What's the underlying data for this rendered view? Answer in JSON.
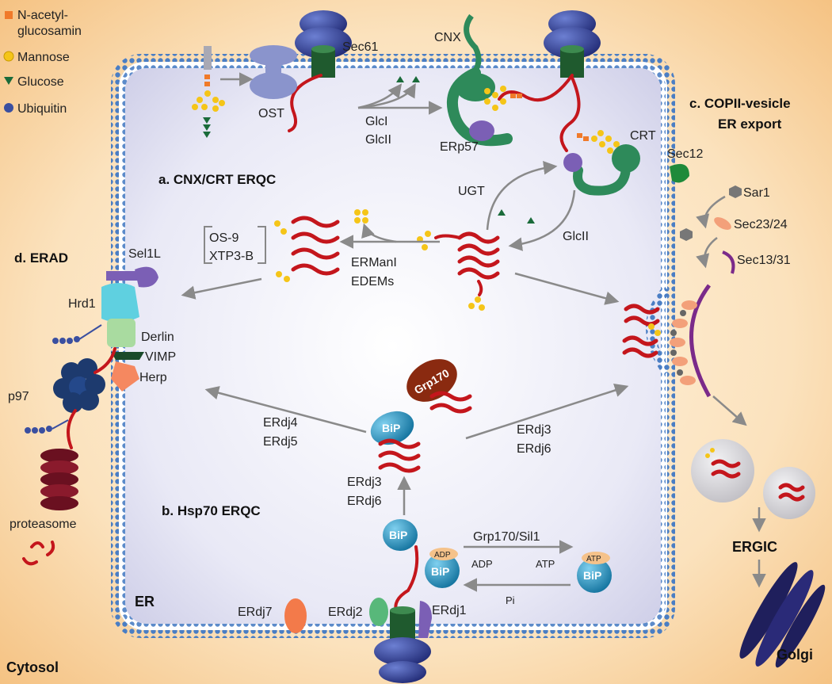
{
  "legend": {
    "items": [
      {
        "label": "N-acetyl-\nglucosamin",
        "label_line1": "N-acetyl-",
        "label_line2": "glucosamin",
        "color": "#f07a2a",
        "shape": "square"
      },
      {
        "label": "Mannose",
        "color": "#f5c518",
        "shape": "circle"
      },
      {
        "label": "Glucose",
        "color": "#1a6b3a",
        "shape": "triangle"
      },
      {
        "label": "Ubiquitin",
        "color": "#3a4fa0",
        "shape": "circle"
      }
    ]
  },
  "compartments": {
    "er": "ER",
    "cytosol": "Cytosol",
    "ergic": "ERGIC",
    "golgi": "Golgi"
  },
  "sections": {
    "a": "a. CNX/CRT ERQC",
    "b": "b. Hsp70 ERQC",
    "c_line1": "c. COPII-vesicle",
    "c_line2": "ER export",
    "d": "d. ERAD"
  },
  "labels": {
    "sec61": "Sec61",
    "ost": "OST",
    "cnx": "CNX",
    "glc1": "GlcI",
    "glc2": "GlcII",
    "erp57": "ERp57",
    "crt": "CRT",
    "ugt": "UGT",
    "glc2b": "GlcII",
    "ermani": "ERManI",
    "edems": "EDEMs",
    "os9": "OS-9",
    "xtp3b": "XTP3-B",
    "sel1l": "Sel1L",
    "hrd1": "Hrd1",
    "derlin": "Derlin",
    "vimp": "VIMP",
    "herp": "Herp",
    "p97": "p97",
    "proteasome": "proteasome",
    "sec12": "Sec12",
    "sar1": "Sar1",
    "sec2324": "Sec23/24",
    "sec1331": "Sec13/31",
    "grp170": "Grp170",
    "bip": "BiP",
    "erdj4": "ERdj4",
    "erdj5": "ERdj5",
    "erdj3a": "ERdj3",
    "erdj6a": "ERdj6",
    "erdj3b": "ERdj3",
    "erdj6b": "ERdj6",
    "grp170sil1": "Grp170/Sil1",
    "adp_left": "ADP",
    "atp_right": "ATP",
    "pi": "Pi",
    "adp_badge": "ADP",
    "atp_badge": "ATP",
    "erdj7": "ERdj7",
    "erdj2": "ERdj2",
    "erdj1": "ERdj1"
  },
  "colors": {
    "background_outer": "#f6c98a",
    "er_lumen": "#dcdcf0",
    "membrane": "#4a7ec4",
    "bip": "#1e8fc0",
    "chaperone_green": "#2e8a5a",
    "ost": "#8a94cc",
    "ribosome": "#2b3a8f",
    "protein_chain": "#c4161c"
  }
}
